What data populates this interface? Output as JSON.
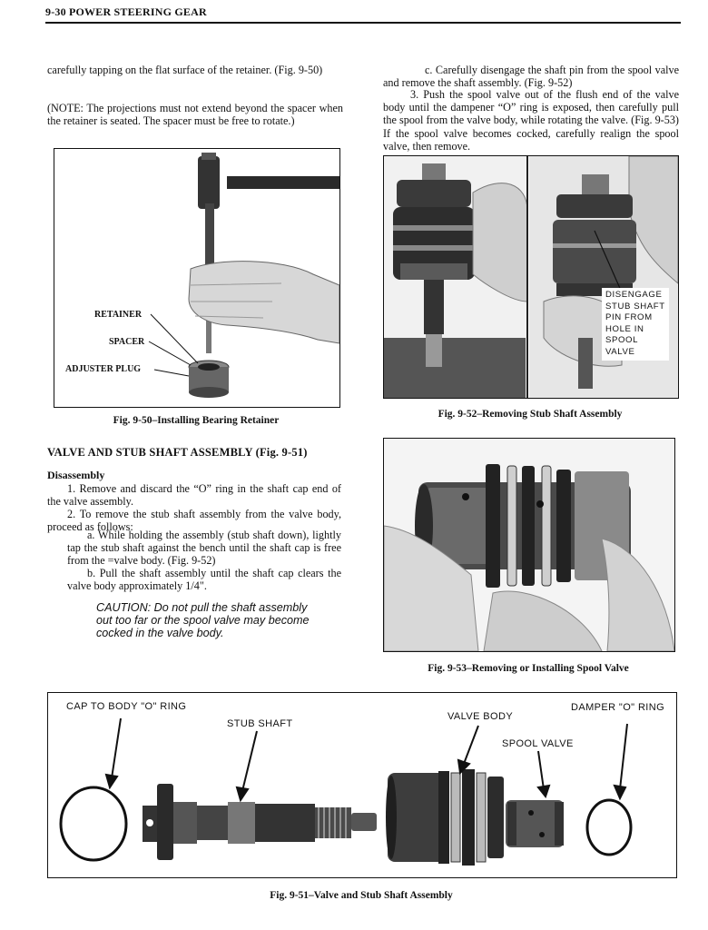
{
  "header": {
    "page_title": "9-30  POWER STEERING GEAR"
  },
  "left_column": {
    "p1": "carefully tapping on the flat surface of the retainer. (Fig. 9-50)",
    "p2": "(NOTE: The projections must not extend beyond the spacer when the retainer is seated. The spacer must be free to rotate.)",
    "fig50": {
      "labels": {
        "retainer": "RETAINER",
        "spacer": "SPACER",
        "adjuster_plug": "ADJUSTER PLUG"
      },
      "caption": "Fig. 9-50–Installing Bearing Retainer"
    },
    "section_heading": "VALVE AND STUB SHAFT ASSEMBLY (Fig. 9-51)",
    "subheading": "Disassembly",
    "step1": "1. Remove and discard the “O” ring in the shaft cap end of the valve assembly.",
    "step2": "2. To remove the stub shaft assembly from the valve body, proceed as follows:",
    "step2a": "a. While holding the assembly (stub shaft down), lightly tap the stub shaft against the bench until the shaft cap is free from the =valve body. (Fig. 9-52)",
    "step2b": "b. Pull the shaft assembly until the shaft cap clears the valve body approximately 1/4\".",
    "caution": "CAUTION: Do not pull the shaft assembly out too far or the spool valve may become cocked in the valve body."
  },
  "right_column": {
    "step2c": "c. Carefully disengage the shaft pin from the spool valve and remove the shaft assembly. (Fig. 9-52)",
    "step3": "3. Push the spool valve out of the flush end of the valve body until the dampener “O” ring is exposed, then carefully pull the spool from the valve body, while rotating the valve. (Fig. 9-53) If the spool valve becomes cocked, carefully realign the spool valve, then remove.",
    "fig52": {
      "callout": [
        "DISENGAGE",
        "STUB SHAFT",
        "PIN FROM",
        "HOLE IN",
        "SPOOL",
        "VALVE"
      ],
      "caption": "Fig. 9-52–Removing Stub Shaft Assembly"
    },
    "fig53": {
      "caption": "Fig. 9-53–Removing or Installing Spool Valve"
    }
  },
  "fig51": {
    "labels": {
      "cap_oring": "CAP TO BODY \"O\" RING",
      "stub_shaft": "STUB SHAFT",
      "valve_body": "VALVE BODY",
      "damper_oring": "DAMPER \"O\" RING",
      "spool_valve": "SPOOL VALVE"
    },
    "caption": "Fig. 9-51–Valve and Stub Shaft Assembly"
  }
}
